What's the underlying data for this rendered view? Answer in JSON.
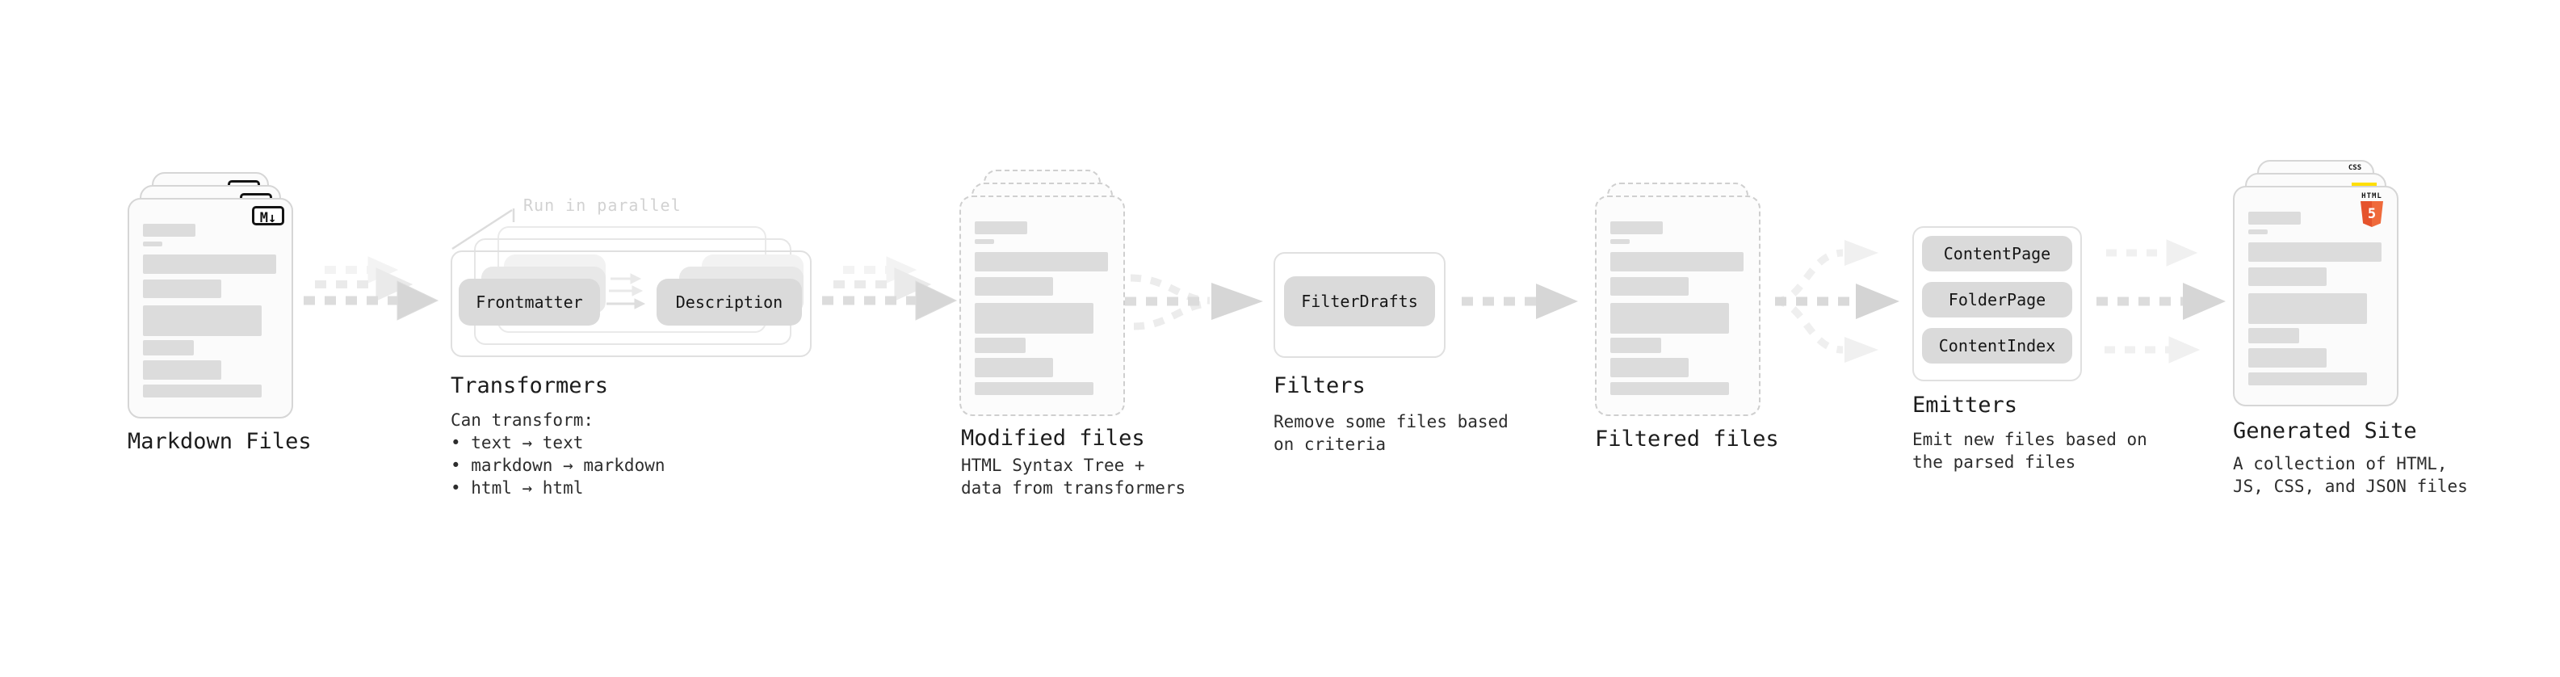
{
  "diagram": {
    "stages": [
      {
        "id": "markdown-files",
        "label": "Markdown Files",
        "badge": "M↓"
      },
      {
        "id": "transformers",
        "label": "Transformers",
        "annotation": "Run in parallel",
        "pills": [
          "Frontmatter",
          "Description"
        ],
        "description": "Can transform:\n • text → text\n • markdown → markdown\n • html → html"
      },
      {
        "id": "modified-files",
        "label": "Modified files",
        "description": "HTML Syntax Tree +\ndata from transformers"
      },
      {
        "id": "filters",
        "label": "Filters",
        "pills": [
          "FilterDrafts"
        ],
        "description": "Remove some files based\non criteria"
      },
      {
        "id": "filtered-files",
        "label": "Filtered files"
      },
      {
        "id": "emitters",
        "label": "Emitters",
        "pills": [
          "ContentPage",
          "FolderPage",
          "ContentIndex"
        ],
        "description": "Emit new files based on\nthe parsed files"
      },
      {
        "id": "generated-site",
        "label": "Generated Site",
        "badges": {
          "css": "CSS",
          "html_word": "HTML",
          "html_five": "5"
        },
        "description": "A collection of HTML,\nJS, CSS, and JSON files"
      }
    ],
    "colors": {
      "card_border": "#d6d6d6",
      "dashed_border": "#cfcfcf",
      "pill_gray": "#dadada",
      "arrow_gray": "#dcdcdc",
      "html5_orange": "#e5532c",
      "css_blue": "#2f6df0",
      "js_yellow": "#ffdf00"
    }
  }
}
